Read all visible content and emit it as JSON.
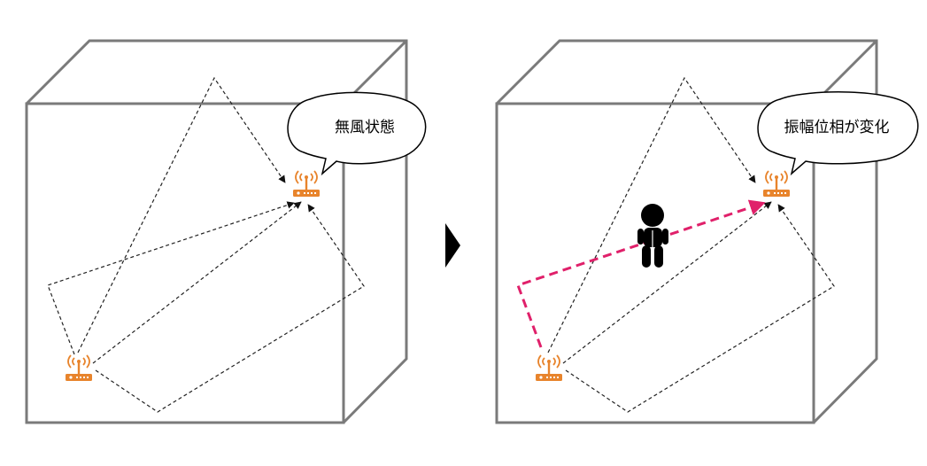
{
  "panels": [
    {
      "id": "before",
      "speech_bubble": {
        "text": "無風状態"
      },
      "human_present": false
    },
    {
      "id": "after",
      "speech_bubble": {
        "text": "振幅位相が変化"
      },
      "human_present": true
    }
  ],
  "colors": {
    "room_stroke": "#7a7a7a",
    "router": "#e8842c",
    "signal_path": "#222222",
    "blocked_path": "#e0206a",
    "arrow": "#111111",
    "person": "#000000"
  },
  "icons": {
    "transmitter": "wifi-router-icon",
    "receiver": "wifi-router-icon",
    "person": "person-silhouette-icon",
    "transition": "play-arrow-icon"
  }
}
